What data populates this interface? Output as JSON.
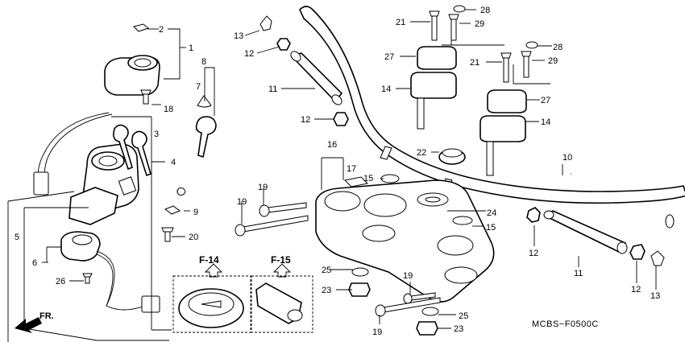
{
  "diagram": {
    "code": "MCBS−F0500C",
    "front_marker": "FR.",
    "callouts": {
      "f14": "F-14",
      "f15": "F-15"
    },
    "labels": [
      {
        "id": "l2",
        "text": "2"
      },
      {
        "id": "l1",
        "text": "1"
      },
      {
        "id": "l8",
        "text": "8"
      },
      {
        "id": "l7",
        "text": "7"
      },
      {
        "id": "l18",
        "text": "18"
      },
      {
        "id": "l3",
        "text": "3"
      },
      {
        "id": "l4",
        "text": "4"
      },
      {
        "id": "l9",
        "text": "9"
      },
      {
        "id": "l20",
        "text": "20"
      },
      {
        "id": "l5",
        "text": "5"
      },
      {
        "id": "l6",
        "text": "6"
      },
      {
        "id": "l26",
        "text": "26"
      },
      {
        "id": "l13a",
        "text": "13"
      },
      {
        "id": "l12a",
        "text": "12"
      },
      {
        "id": "l11a",
        "text": "11"
      },
      {
        "id": "l12b",
        "text": "12"
      },
      {
        "id": "l21a",
        "text": "21"
      },
      {
        "id": "l28a",
        "text": "28"
      },
      {
        "id": "l29a",
        "text": "29"
      },
      {
        "id": "l27a",
        "text": "27"
      },
      {
        "id": "l14a",
        "text": "14"
      },
      {
        "id": "l28b",
        "text": "28"
      },
      {
        "id": "l21b",
        "text": "21"
      },
      {
        "id": "l29b",
        "text": "29"
      },
      {
        "id": "l27b",
        "text": "27"
      },
      {
        "id": "l14b",
        "text": "14"
      },
      {
        "id": "l22",
        "text": "22"
      },
      {
        "id": "l10",
        "text": "10"
      },
      {
        "id": "l16",
        "text": "16"
      },
      {
        "id": "l17",
        "text": "17"
      },
      {
        "id": "l15a",
        "text": "15"
      },
      {
        "id": "l19a",
        "text": "19"
      },
      {
        "id": "l24",
        "text": "24"
      },
      {
        "id": "l15b",
        "text": "15"
      },
      {
        "id": "l19b",
        "text": "19"
      },
      {
        "id": "l25a",
        "text": "25"
      },
      {
        "id": "l23a",
        "text": "23"
      },
      {
        "id": "l19c",
        "text": "19"
      },
      {
        "id": "l19d",
        "text": "19"
      },
      {
        "id": "l25b",
        "text": "25"
      },
      {
        "id": "l23b",
        "text": "23"
      },
      {
        "id": "l12c",
        "text": "12"
      },
      {
        "id": "l11b",
        "text": "11"
      },
      {
        "id": "l12d",
        "text": "12"
      },
      {
        "id": "l13b",
        "text": "13"
      }
    ]
  }
}
